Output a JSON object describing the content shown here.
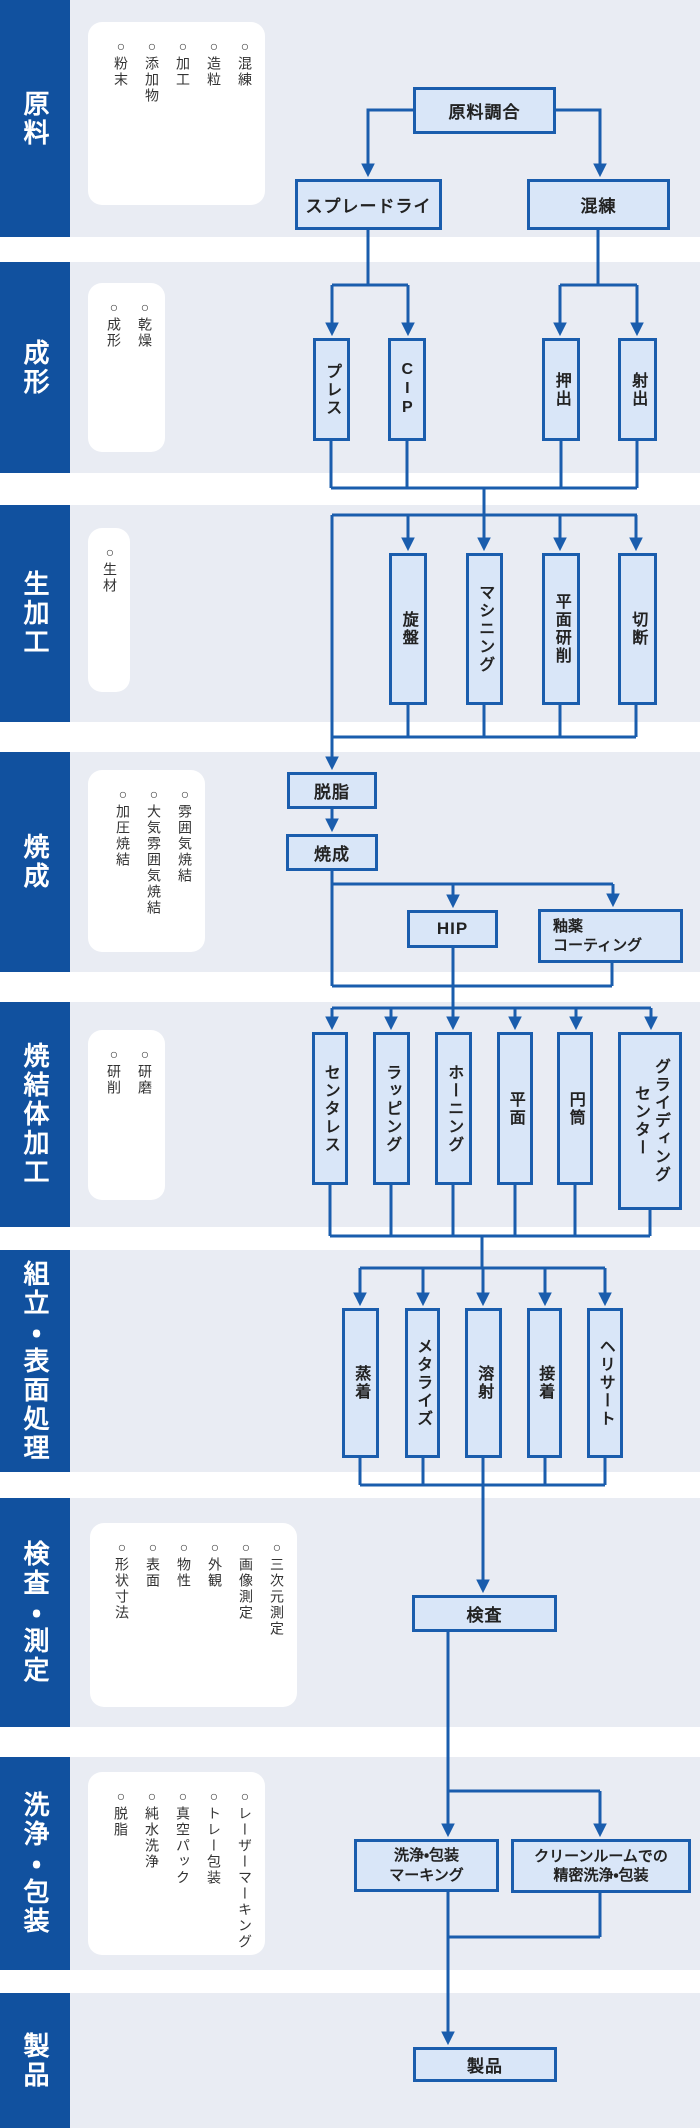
{
  "colors": {
    "sidebar": "#11519f",
    "line": "#1a5dad",
    "node_fill": "#d9e6f8",
    "node_border": "#1a5dad",
    "row_bg": "#e9ecf3",
    "page_bg": "#ffffff",
    "text": "#222222",
    "item_text": "#333333"
  },
  "stages": [
    {
      "label": "原料",
      "items": [
        "混練",
        "造粒",
        "加工",
        "添加物",
        "粉末"
      ]
    },
    {
      "label": "成形",
      "items": [
        "乾燥",
        "成形"
      ]
    },
    {
      "label": "生加工",
      "items": [
        "生材"
      ]
    },
    {
      "label": "焼成",
      "items": [
        "雰囲気焼結",
        "大気雰囲気焼結",
        "加圧焼結"
      ]
    },
    {
      "label": "焼結体加工",
      "items": [
        "研磨",
        "研削"
      ]
    },
    {
      "label": "組立・表面処理",
      "items": []
    },
    {
      "label": "検査・測定",
      "items": [
        "三次元測定",
        "画像測定",
        "外観",
        "物性",
        "表面",
        "形状寸法"
      ]
    },
    {
      "label": "洗浄・包装",
      "items": [
        "レーザーマーキング",
        "トレー包装",
        "真空パック",
        "純水洗浄",
        "脱脂"
      ]
    },
    {
      "label": "製品",
      "items": []
    }
  ],
  "nodes": {
    "genryou_chougou": "原料調合",
    "spray_dry": "スプレードライ",
    "konren": "混練",
    "press": "プレス",
    "cip": "CIP",
    "oshidashi": "押出",
    "shashutsu": "射出",
    "senban": "旋盤",
    "machining": "マシニング",
    "heimen_kensaku": "平面研削",
    "setsudan": "切断",
    "dasshi": "脱脂",
    "shousei": "焼成",
    "hip": "HIP",
    "yuuyaku": [
      "釉薬",
      "コーティング"
    ],
    "centerless": "センタレス",
    "lapping": "ラッピング",
    "honing": "ホーニング",
    "heimen": "平面",
    "entou": "円筒",
    "grinding_center": [
      "グライディング",
      "センター"
    ],
    "jouchaku": "蒸着",
    "metalize": "メタライズ",
    "yousha": "溶射",
    "secchaku": "接着",
    "helisert": "ヘリサート",
    "kensa": "検査",
    "senjou_marking": [
      "洗浄・包装",
      "マーキング"
    ],
    "cleanroom": [
      "クリーンルームでの",
      "精密洗浄・包装"
    ],
    "seihin": "製品"
  }
}
